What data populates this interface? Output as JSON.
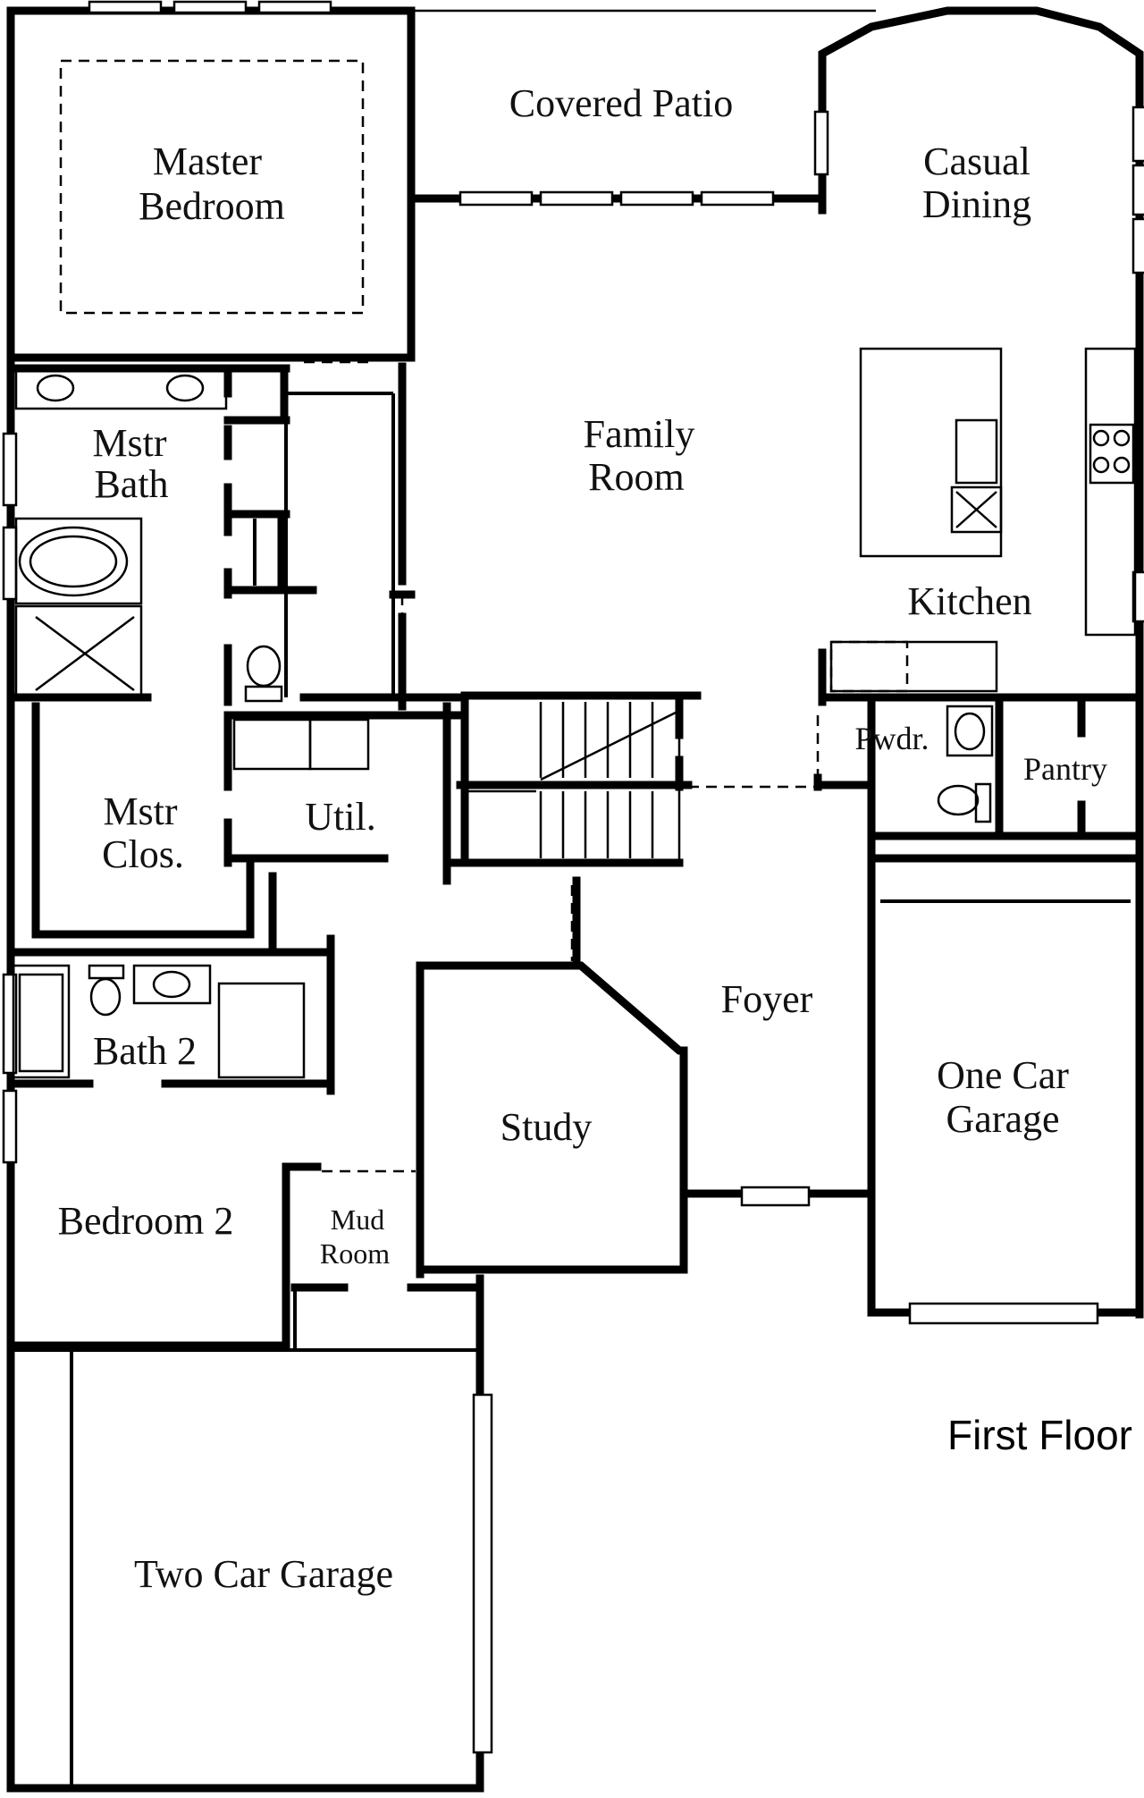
{
  "plan": {
    "title": "First Floor",
    "rooms": {
      "master_bedroom": [
        "Master",
        "Bedroom"
      ],
      "covered_patio": "Covered Patio",
      "casual_dining": [
        "Casual",
        "Dining"
      ],
      "family_room": [
        "Family",
        "Room"
      ],
      "mstr_bath": [
        "Mstr",
        "Bath"
      ],
      "kitchen": "Kitchen",
      "pwdr": "Pwdr.",
      "pantry": "Pantry",
      "mstr_clos": [
        "Mstr",
        "Clos."
      ],
      "util": "Util.",
      "foyer": "Foyer",
      "bath_2": "Bath 2",
      "study": "Study",
      "one_car_garage": [
        "One Car",
        "Garage"
      ],
      "bedroom_2": "Bedroom 2",
      "mud_room": [
        "Mud",
        "Room"
      ],
      "two_car_garage": "Two Car Garage"
    }
  }
}
